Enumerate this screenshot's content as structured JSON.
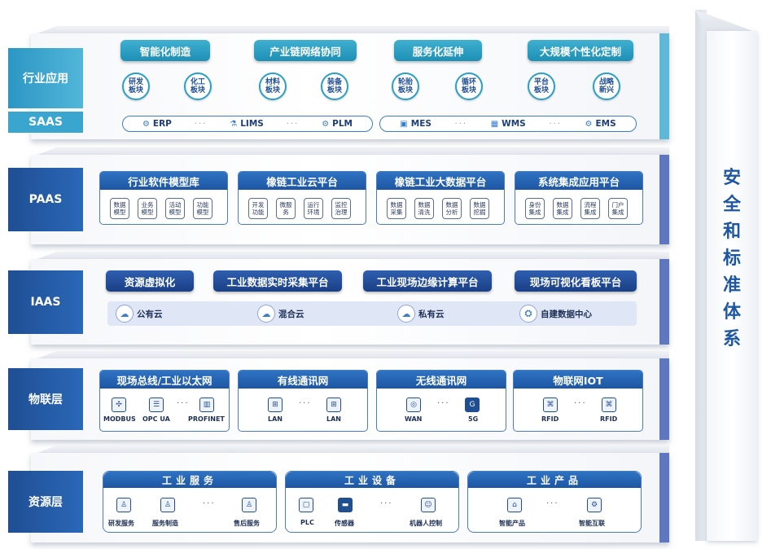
{
  "layers": {
    "industry": {
      "label": "行业应用"
    },
    "saas": {
      "label": "SAAS",
      "items": [
        "ERP",
        "LIMS",
        "PLM",
        "MES",
        "WMS",
        "EMS"
      ],
      "dots": "···"
    },
    "paas": {
      "label": "PAAS"
    },
    "iaas": {
      "label": "IAAS"
    },
    "iot": {
      "label": "物联层"
    },
    "resource": {
      "label": "资源层"
    }
  },
  "industry_groups": [
    {
      "title": "智能化制造",
      "items": [
        "研发板块",
        "化工板块"
      ]
    },
    {
      "title": "产业链网络协同",
      "items": [
        "材料板块",
        "装备板块"
      ]
    },
    {
      "title": "服务化延伸",
      "items": [
        "轮胎板块",
        "循环板块"
      ]
    },
    {
      "title": "大规模个性化定制",
      "items": [
        "平台板块",
        "战略新兴"
      ]
    }
  ],
  "paas_groups": [
    {
      "title": "行业软件模型库",
      "items": [
        "数据模型",
        "业务模型",
        "活动模型",
        "功能模型"
      ]
    },
    {
      "title": "橡链工业云平台",
      "items": [
        "开发功能",
        "微服务",
        "运行环境",
        "监控治理"
      ]
    },
    {
      "title": "橡链工业大数据平台",
      "items": [
        "数据采集",
        "数据清洗",
        "数据分析",
        "数据挖掘"
      ]
    },
    {
      "title": "系统集成应用平台",
      "items": [
        "身份集成",
        "数据集成",
        "流程集成",
        "门户集成"
      ]
    }
  ],
  "iaas": {
    "pills": [
      "资源虚拟化",
      "工业数据实时采集平台",
      "工业现场边缘计算平台",
      "现场可视化看板平台"
    ],
    "clouds": [
      "公有云",
      "混合云",
      "私有云",
      "自建数据中心"
    ]
  },
  "iot_groups": [
    {
      "title": "现场总线/工业以太网",
      "items": [
        "MODBUS",
        "OPC UA",
        "PROFINET"
      ]
    },
    {
      "title": "有线通讯网",
      "items": [
        "LAN",
        "LAN"
      ]
    },
    {
      "title": "无线通讯网",
      "items": [
        "WAN",
        "5G"
      ]
    },
    {
      "title": "物联网IOT",
      "items": [
        "RFID",
        "RFID"
      ]
    }
  ],
  "resource_groups": [
    {
      "title": "工业服务",
      "items": [
        "研发服务",
        "服务制造",
        "售后服务"
      ]
    },
    {
      "title": "工业设备",
      "items": [
        "PLC",
        "传感器",
        "机器人控制"
      ]
    },
    {
      "title": "工业产品",
      "items": [
        "智能产品",
        "智能互联"
      ]
    }
  ],
  "security": {
    "chars": [
      "安",
      "全",
      "和",
      "标",
      "准",
      "体",
      "系"
    ]
  },
  "colors": {
    "accent_dark": "#1f4e93",
    "accent_light": "#2ba0c6"
  }
}
